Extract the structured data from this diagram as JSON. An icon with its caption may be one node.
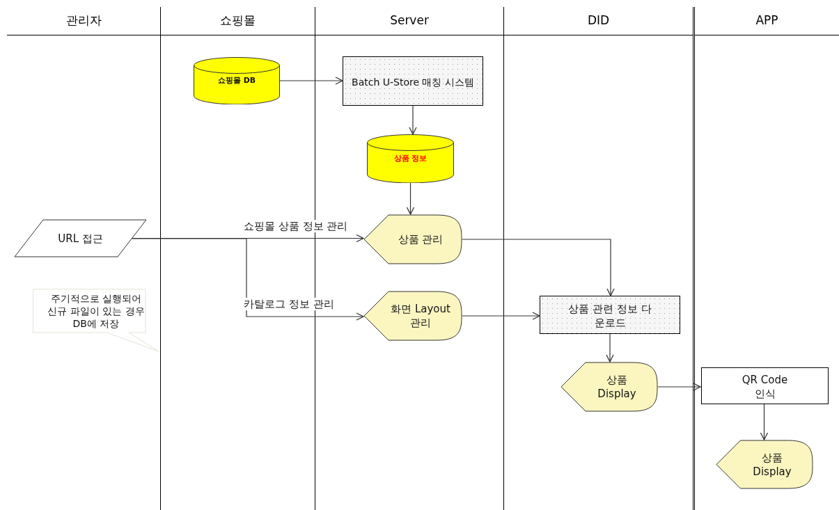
{
  "diagram": {
    "nodes": [
      {
        "text": [
          "관리자"
        ]
      },
      {
        "text": [
          "쇼핑몰"
        ]
      },
      {
        "text": [
          "Server"
        ]
      },
      {
        "text": [
          "DID"
        ]
      },
      {
        "text": [
          "APP"
        ]
      },
      {
        "text": [
          "쇼핑몰 DB"
        ],
        "in": 1
      },
      {
        "text": [
          "Batch U-Store 매칭 시스템"
        ],
        "in": 2
      },
      {
        "text": [
          "상품 정보"
        ],
        "in": 2
      },
      {
        "text": [
          "URL 접근"
        ],
        "in": 0
      },
      {
        "text": [
          "상품 관리"
        ],
        "in": 2
      },
      {
        "text": [
          "화면 Layout 관리"
        ],
        "in": 2
      },
      {
        "text": [
          "상품 관련 정보 다운로드"
        ],
        "in": 3
      },
      {
        "text": [
          "상품 Display"
        ],
        "in": 3
      },
      {
        "text": [
          "QR Code 인식"
        ],
        "in": 4
      },
      {
        "text": [
          "상품 Display"
        ],
        "in": 4
      },
      {
        "text": [
          "주기적으로 실행되어 신규 파일이 있는 경우 DB에 저장"
        ],
        "in": 0
      }
    ],
    "edges": [
      {
        "from": 5,
        "to": 6,
        "arrow": "to"
      },
      {
        "from": 6,
        "to": 7,
        "arrow": "to"
      },
      {
        "from": 7,
        "to": 9,
        "arrow": "to"
      },
      {
        "from": 8,
        "to": 9,
        "arrow": "to",
        "label": "쇼핑몰 상품 정보 관리"
      },
      {
        "from": 8,
        "to": 10,
        "arrow": "to",
        "label": "카탈로그 정보 관리"
      },
      {
        "from": 9,
        "to": 11,
        "arrow": "to"
      },
      {
        "from": 10,
        "to": 11,
        "arrow": "to"
      },
      {
        "from": 11,
        "to": 12,
        "arrow": "to"
      },
      {
        "from": 12,
        "to": 13,
        "arrow": "to"
      },
      {
        "from": 13,
        "to": 14,
        "arrow": "to"
      }
    ]
  }
}
